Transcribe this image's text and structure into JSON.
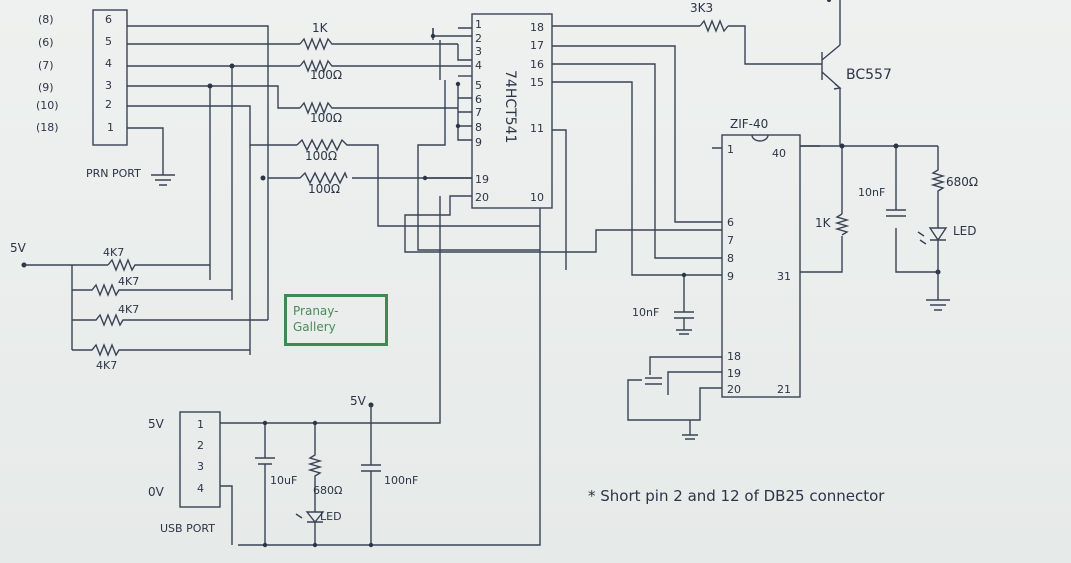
{
  "prn_port": {
    "pins": [
      "6",
      "5",
      "4",
      "3",
      "2",
      "1"
    ],
    "db25": [
      "(8)",
      "(6)",
      "(7)",
      "(9)",
      "(10)",
      "(18)"
    ],
    "label": "PRN PORT"
  },
  "resistors": {
    "r1k": "1K",
    "r100a": "100Ω",
    "r100b": "100Ω",
    "r100c": "100Ω",
    "r100d": "100Ω",
    "r3k3": "3K3",
    "r4k7": [
      "4K7",
      "4K7",
      "4K7",
      "4K7"
    ],
    "r1k_b": "1K",
    "r680": "680Ω",
    "r680_usb": "680Ω"
  },
  "ic_buffer": {
    "name": "74HCT541",
    "left_pins": [
      "1",
      "2",
      "3",
      "4",
      "5",
      "6",
      "7",
      "8",
      "9",
      "19",
      "20"
    ],
    "right_pins": [
      "18",
      "17",
      "16",
      "15",
      "11",
      "10"
    ]
  },
  "transistor": "BC557",
  "zif": {
    "name": "ZIF-40",
    "left_pins": [
      "1",
      "6",
      "7",
      "8",
      "9",
      "18",
      "19",
      "20"
    ],
    "right_pins": [
      "40",
      "31",
      "21"
    ]
  },
  "caps": {
    "c10nf_a": "10nF",
    "c10nf_b": "10nF",
    "c10uf": "10uF",
    "c100nf": "100nF"
  },
  "led_label": "LED",
  "led_label_usb": "LED",
  "supply": {
    "v5_left": "5V",
    "v5_usb": "5V",
    "v5_top": "5V",
    "v0": "0V"
  },
  "usb_port": {
    "pins": [
      "1",
      "2",
      "3",
      "4"
    ],
    "label": "USB PORT"
  },
  "watermark": "Pranay-Gallery",
  "note": "* Short pin 2 and 12 of DB25 connector"
}
